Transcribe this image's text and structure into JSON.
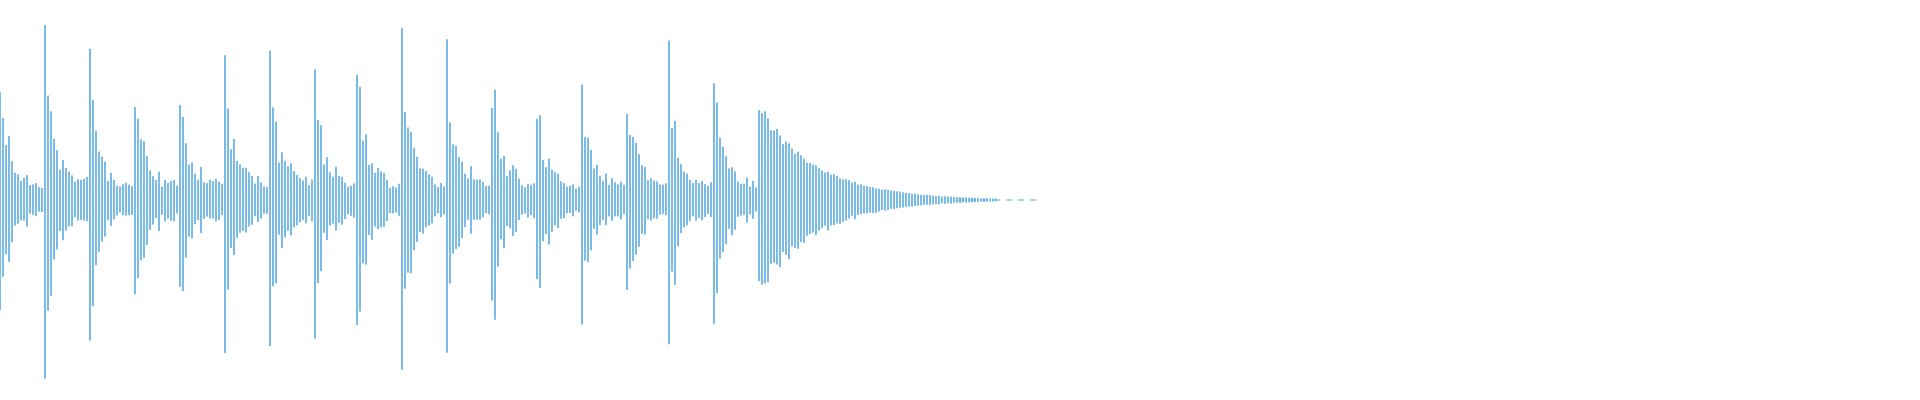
{
  "waveform": {
    "color": "#5aaae3",
    "sound_fraction": 0.52,
    "envelope": {
      "bursts": 17,
      "sustain_fraction": 0.76,
      "decay_style": "exponential"
    }
  }
}
